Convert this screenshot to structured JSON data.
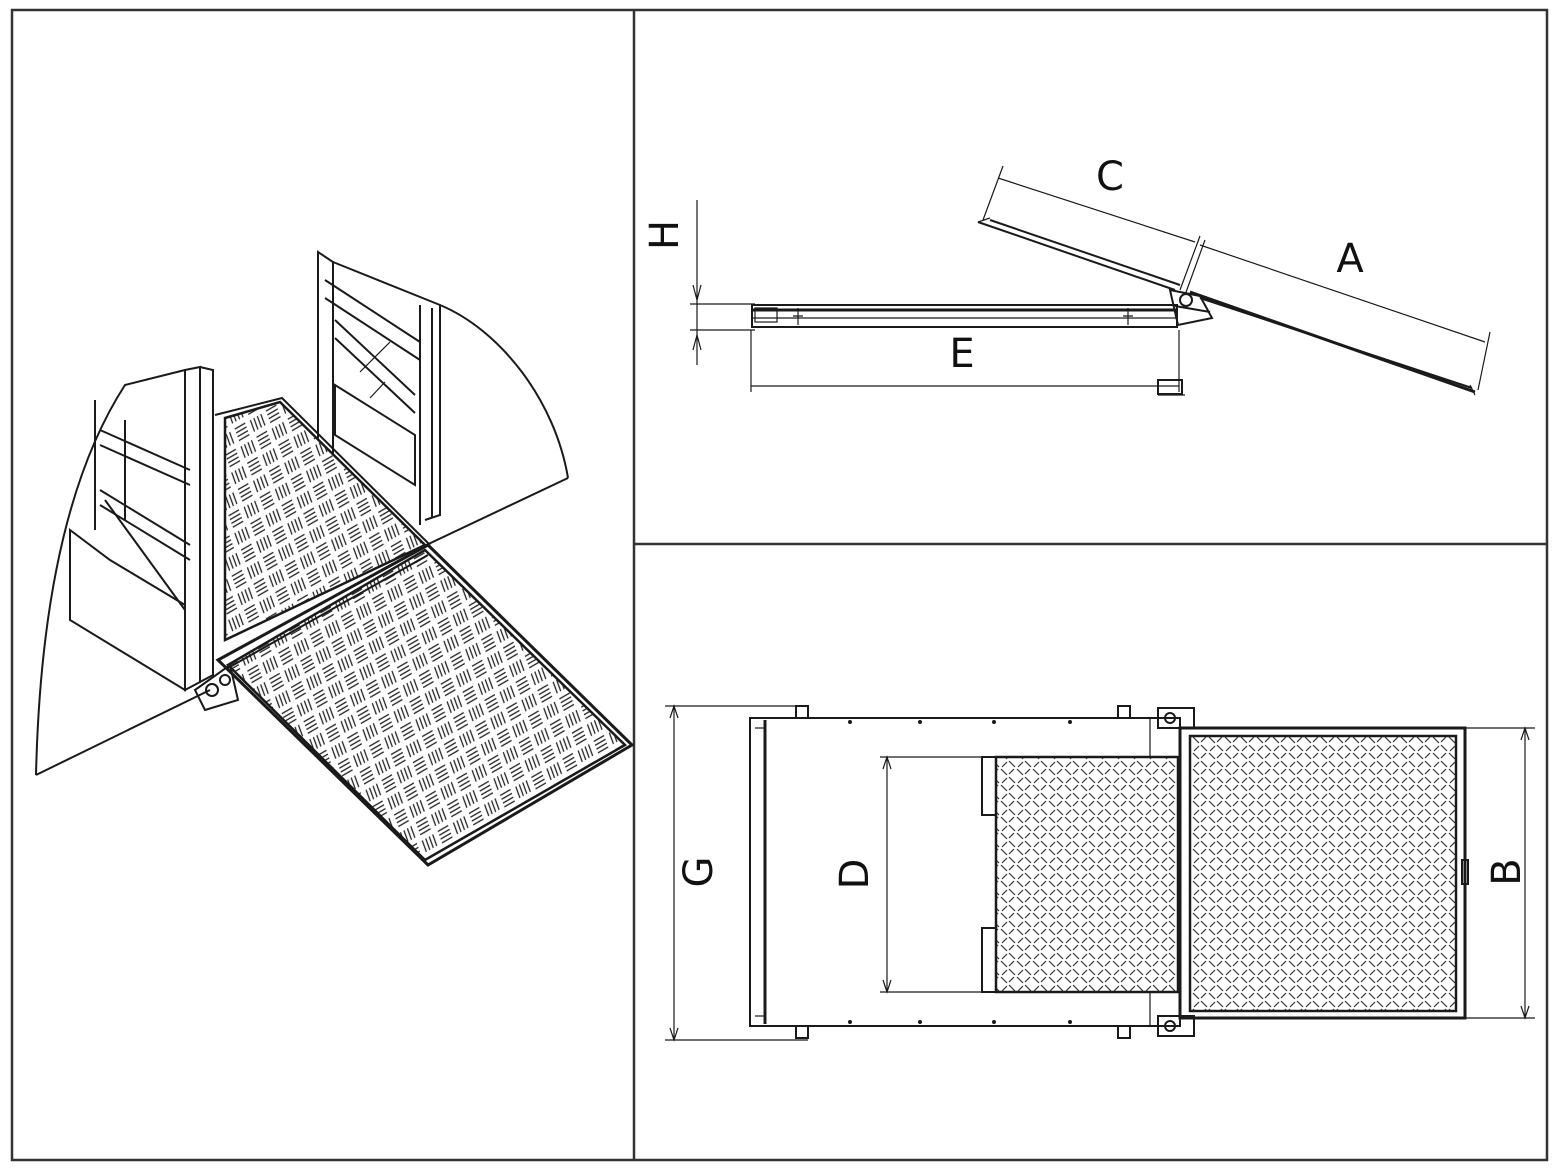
{
  "panels": {
    "isometric": {
      "name": "isometric-view"
    },
    "side": {
      "name": "side-view",
      "labels": {
        "H": "H",
        "E": "E",
        "C": "C",
        "A": "A"
      }
    },
    "top": {
      "name": "top-view",
      "labels": {
        "G": "G",
        "D": "D",
        "B": "B"
      }
    }
  },
  "colors": {
    "line": "#1a1a1a",
    "background": "#ffffff",
    "border": "#333333"
  }
}
